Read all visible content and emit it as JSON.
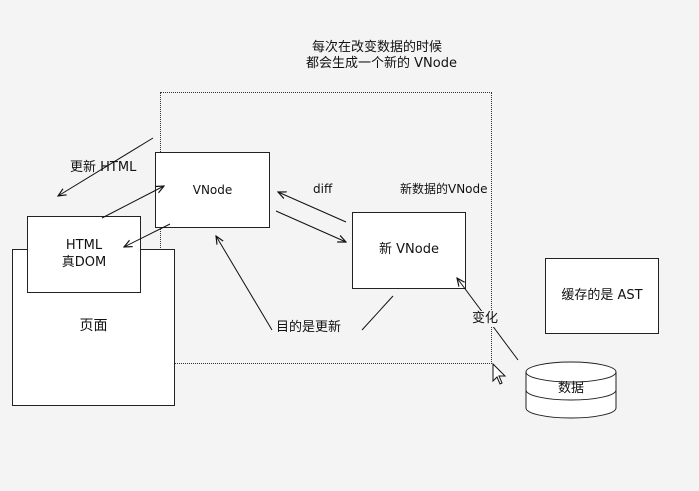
{
  "diagram": {
    "note_line1": "每次在改变数据的时候",
    "note_line2": "都会生成一个新的 VNode",
    "update_html_label": "更新 HTML",
    "page_label": "页面",
    "html_line1": "HTML",
    "html_line2": "真DOM",
    "vnode_label": "VNode",
    "diff_label": "diff",
    "new_data_vnode_label": "新数据的VNode",
    "new_vnode_label": "新 VNode",
    "purpose_label": "目的是更新",
    "change_label": "变化",
    "data_label": "数据",
    "cache_label": "缓存的是 AST"
  }
}
